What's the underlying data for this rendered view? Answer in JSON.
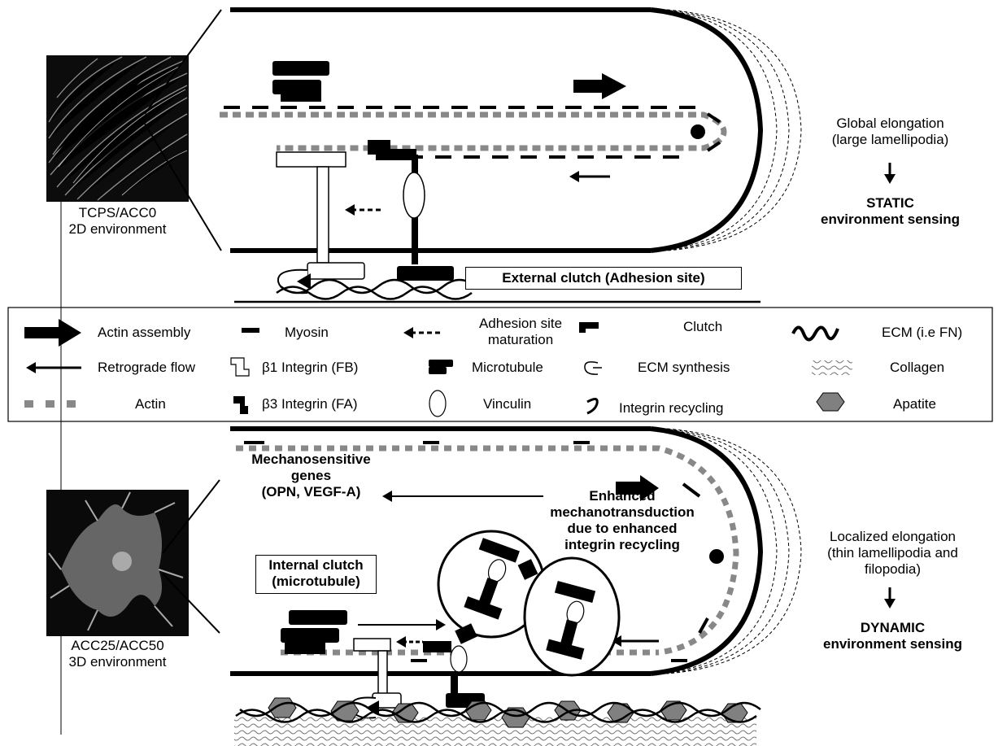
{
  "top_panel": {
    "photo_caption_line1": "TCPS/ACC0",
    "photo_caption_line2": "2D environment",
    "clutch_label": "External clutch (Adhesion site)",
    "side_line1": "Global elongation",
    "side_line2": "(large lamellipodia)",
    "sensing_line1": "STATIC",
    "sensing_line2": "environment sensing"
  },
  "legend": {
    "actin_assembly": "Actin assembly",
    "retrograde_flow": "Retrograde flow",
    "actin": "Actin",
    "myosin": "Myosin",
    "b1_integrin": "β1 Integrin (FB)",
    "b3_integrin": "β3 Integrin (FA)",
    "adhesion_line1": "Adhesion site",
    "adhesion_line2": "maturation",
    "microtubule": "Microtubule",
    "vinculin": "Vinculin",
    "clutch": "Clutch",
    "ecm_synthesis": "ECM synthesis",
    "integrin_recycling": "Integrin recycling",
    "ecm": "ECM (i.e FN)",
    "collagen": "Collagen",
    "apatite": "Apatite"
  },
  "bottom_panel": {
    "photo_caption_line1": "ACC25/ACC50",
    "photo_caption_line2": "3D environment",
    "genes_line1": "Mechanosensitive",
    "genes_line2": "genes",
    "genes_line3": "(OPN, VEGF-A)",
    "enh_line1": "Enhanced",
    "enh_line2": "mechanotransduction",
    "enh_line3": "due to enhanced",
    "enh_line4": "integrin recycling",
    "internal_line1": "Internal clutch",
    "internal_line2": "(microtubule)",
    "side_line1": "Localized elongation",
    "side_line2": "(thin lamellipodia and",
    "side_line3": "filopodia)",
    "sensing_line1": "DYNAMIC",
    "sensing_line2": "environment sensing"
  }
}
